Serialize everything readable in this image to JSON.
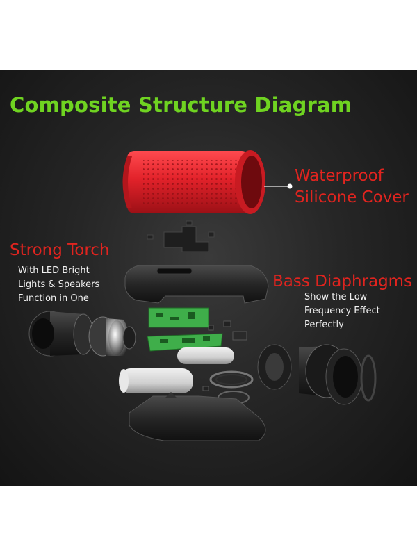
{
  "title": "Composite Structure Diagram",
  "callouts": {
    "waterproof": {
      "line1": "Waterproof",
      "line2": "Silicone Cover"
    },
    "torch": {
      "heading": "Strong Torch",
      "lines": [
        "With LED Bright",
        "Lights & Speakers",
        "Function in One"
      ]
    },
    "bass": {
      "heading": "Bass Diaphragms",
      "lines": [
        "Show the Low",
        "Frequency Effect",
        "Perfectly"
      ]
    }
  },
  "colors": {
    "title": "#6fd321",
    "callout_heading": "#e0241f",
    "callout_text": "#f2f2f2",
    "silicone_cover": "#e2222a",
    "circuit_board": "#3fae4a"
  }
}
